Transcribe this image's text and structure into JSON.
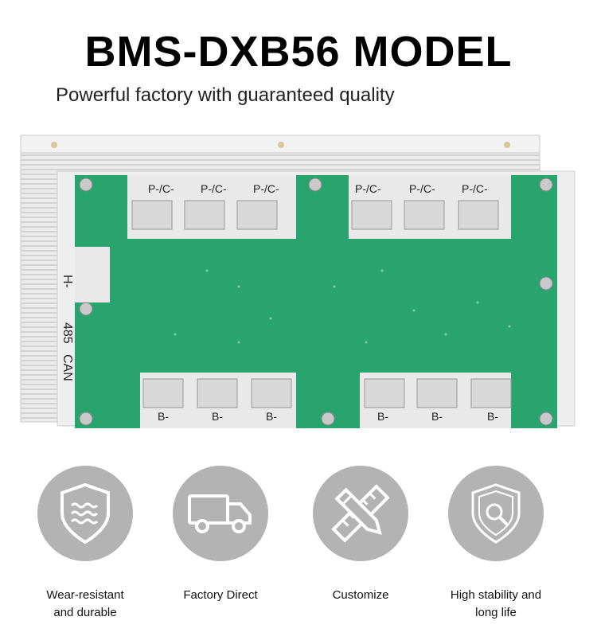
{
  "header": {
    "title": "BMS-DXB56 MODEL",
    "subtitle": "Powerful factory with guaranteed quality"
  },
  "board": {
    "top_terminals": [
      "P-/C-",
      "P-/C-",
      "P-/C-",
      "P-/C-",
      "P-/C-",
      "P-/C-"
    ],
    "bottom_terminals": [
      "B-",
      "B-",
      "B-",
      "B-",
      "B-",
      "B-"
    ],
    "side_labels": [
      "H-",
      "485",
      "CAN"
    ]
  },
  "features": [
    {
      "label": "Wear-resistant\nand durable",
      "icon": "shield-waves-icon"
    },
    {
      "label": "Factory Direct",
      "icon": "truck-icon"
    },
    {
      "label": "Customize",
      "icon": "pencil-ruler-icon"
    },
    {
      "label": "High stability and\nlong life",
      "icon": "shield-search-icon"
    }
  ],
  "colors": {
    "pcb": "#2aa46e",
    "heatsink": "#e6e6e6",
    "icon_circle": "#b3b3b3"
  }
}
